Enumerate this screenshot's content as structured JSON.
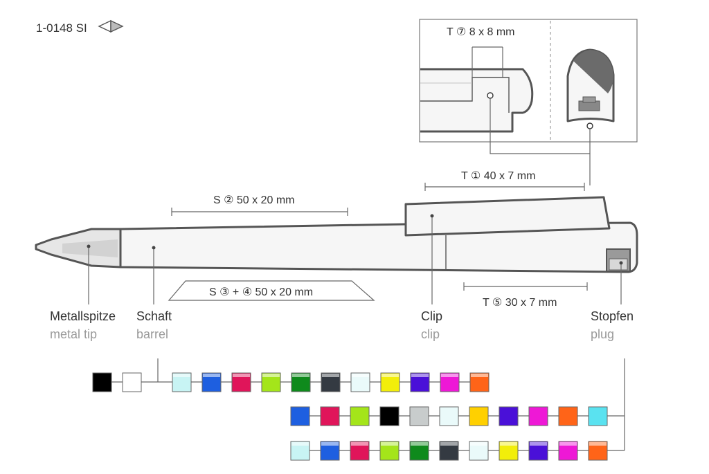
{
  "product": {
    "code": "1-0148 SI",
    "icon": "view-direction-icon"
  },
  "imprints": {
    "t7": "T ⑦ 8 x 8 mm",
    "t1": "T ① 40 x 7 mm",
    "s2": "S ② 50 x 20 mm",
    "s34": "S ③ + ④ 50 x 20 mm",
    "t5": "T ⑤ 30 x 7 mm"
  },
  "parts": [
    {
      "de": "Metallspitze",
      "en": "metal tip"
    },
    {
      "de": "Schaft",
      "en": "barrel"
    },
    {
      "de": "Clip",
      "en": "clip"
    },
    {
      "de": "Stopfen",
      "en": "plug"
    }
  ],
  "colors": {
    "barrel_row": [
      "#000000",
      "#ffffff"
    ],
    "barrel_frosted_row": [
      "#c8f4f4",
      "#1e5fe0",
      "#e0155a",
      "#a4e51a",
      "#0f8a1c",
      "#343a42",
      "#eafafa",
      "#f2ee0a",
      "#4a10d8",
      "#ee18d6",
      "#ff6418"
    ],
    "clip_row": [
      "#1e5fe0",
      "#e0155a",
      "#a4e51a",
      "#000000",
      "#c8cccc",
      "#eafafa",
      "#ffd000",
      "#4a10d8",
      "#ee18d6",
      "#ff6418",
      "#5ae2f0"
    ],
    "plug_row": [
      "#c8f4f4",
      "#1e5fe0",
      "#e0155a",
      "#a4e51a",
      "#0f8a1c",
      "#343a42",
      "#eafafa",
      "#f2ee0a",
      "#4a10d8",
      "#ee18d6",
      "#ff6418"
    ]
  }
}
